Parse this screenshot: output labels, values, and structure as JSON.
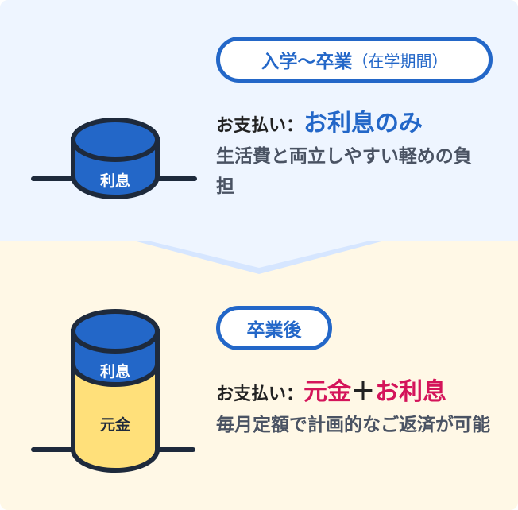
{
  "colors": {
    "top_bg": "#eef5ff",
    "bottom_bg": "#fff8e6",
    "blue": "#2367c8",
    "pink": "#d4145a",
    "yellow": "#ffe07a",
    "outline": "#1e2a3c"
  },
  "stage1": {
    "badge": "入学〜卒業",
    "badge_sub": "（在学期間）",
    "payment_label": "お支払い：",
    "payment_value": "お利息のみ",
    "description": "生活費と両立しやすい軽めの負担",
    "cylinder_label": "利息"
  },
  "stage2": {
    "badge": "卒業後",
    "payment_label": "お支払い：",
    "payment_value_1": "元金",
    "payment_plus": "＋",
    "payment_value_2": "お利息",
    "description": "毎月定額で計画的なご返済が可能",
    "cylinder_top_label": "利息",
    "cylinder_bottom_label": "元金"
  }
}
